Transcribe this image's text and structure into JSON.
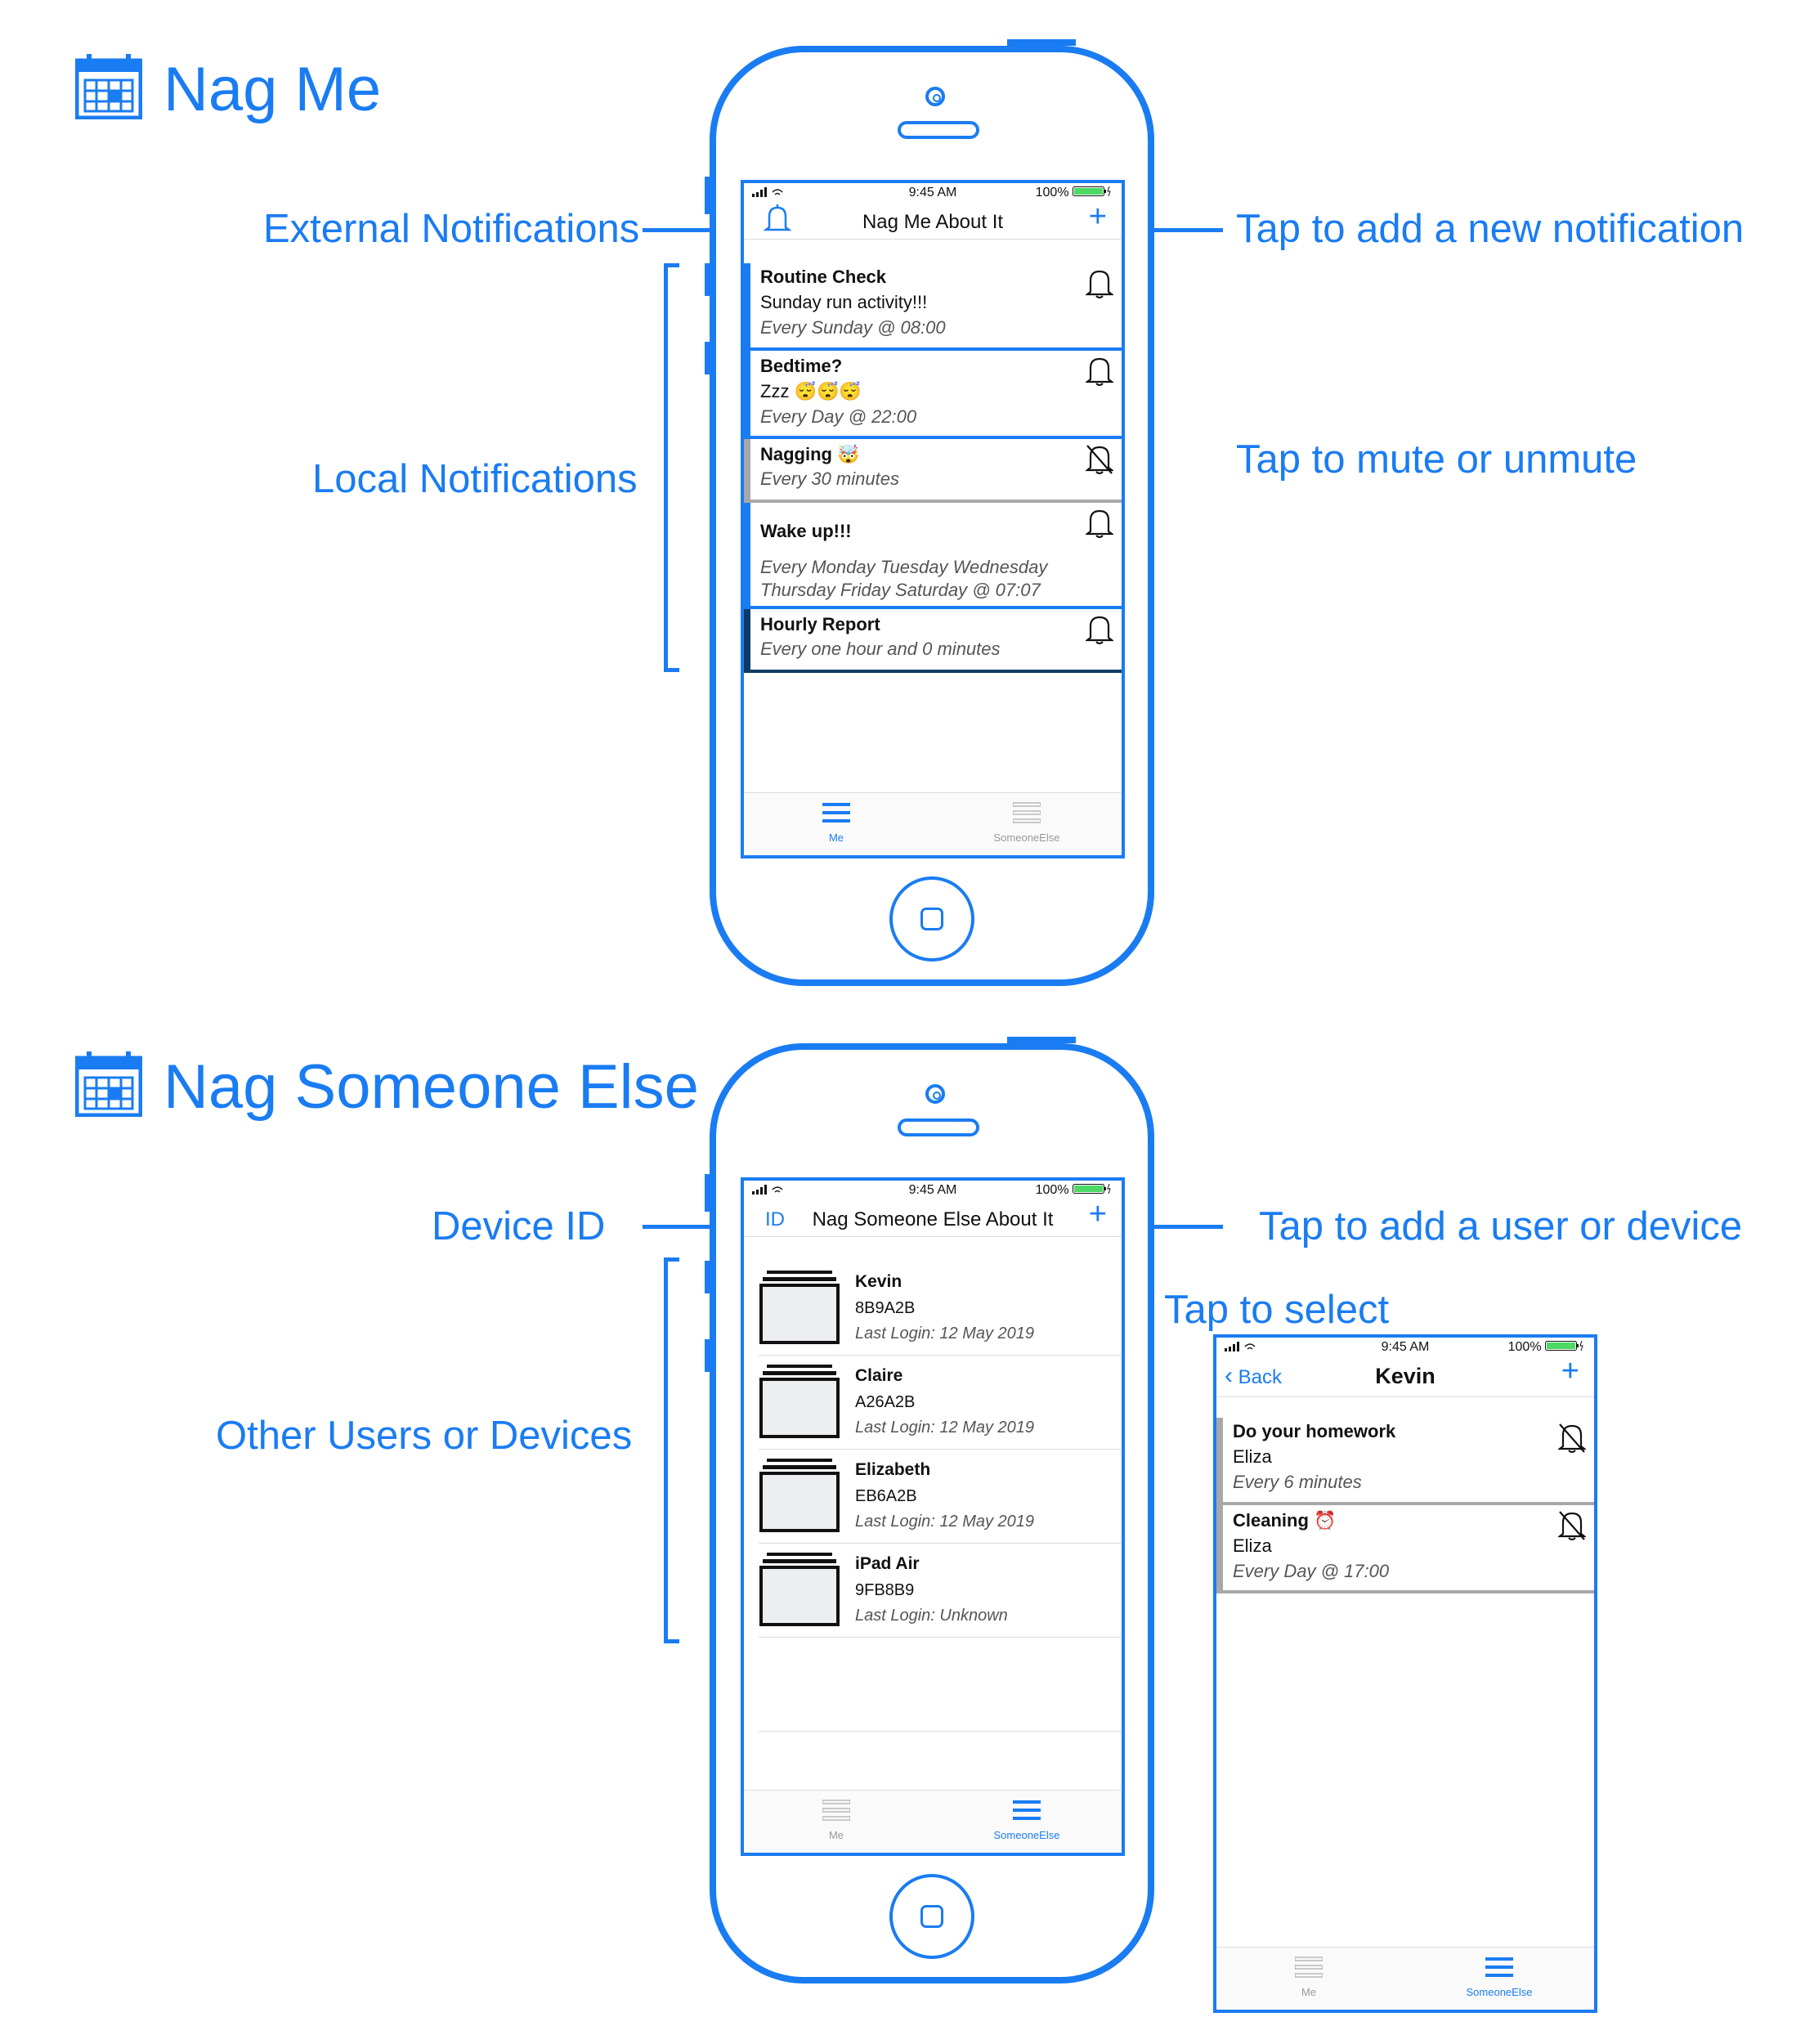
{
  "colors": {
    "accent": "#1a7cf2",
    "muted": "#a8a8a8",
    "dark": "#0d3a66"
  },
  "sections": {
    "nag_me": {
      "title": "Nag Me"
    },
    "nag_someone": {
      "title": "Nag Someone Else"
    }
  },
  "annotations": {
    "external_notifications": "External Notifications",
    "add_notification": "Tap to add a new notification",
    "local_notifications": "Local Notifications",
    "mute_unmute": "Tap to mute or unmute",
    "device_id": "Device ID",
    "add_user_device": "Tap to add a user or device",
    "other_users": "Other Users or Devices",
    "tap_select": "Tap to select"
  },
  "status": {
    "time": "9:45 AM",
    "battery": "100%"
  },
  "screen1": {
    "title": "Nag Me About It",
    "rows": [
      {
        "title": "Routine Check",
        "subtitle": "Sunday run activity!!!",
        "info": "Every Sunday @ 08:00",
        "muted": false
      },
      {
        "title": "Bedtime?",
        "subtitle": "Zzz 😴😴😴",
        "info": "Every Day @ 22:00",
        "muted": false
      },
      {
        "title": "Nagging 🤯",
        "subtitle": "",
        "info": "Every 30 minutes",
        "muted": true
      },
      {
        "title": "Wake up!!!",
        "subtitle": "",
        "info": "Every Monday Tuesday Wednesday",
        "info2": "Thursday Friday Saturday @ 07:07",
        "muted": false
      },
      {
        "title": "Hourly Report",
        "subtitle": "",
        "info": "Every one hour and 0 minutes",
        "muted": false
      }
    ],
    "tabs": [
      {
        "label": "Me",
        "active": true
      },
      {
        "label": "SomeoneElse",
        "active": false
      }
    ]
  },
  "screen2": {
    "id_button": "ID",
    "title": "Nag Someone Else About It",
    "devices": [
      {
        "name": "Kevin",
        "id": "8B9A2B",
        "login": "Last Login: 12 May 2019"
      },
      {
        "name": "Claire",
        "id": "A26A2B",
        "login": "Last Login: 12 May 2019"
      },
      {
        "name": "Elizabeth",
        "id": "EB6A2B",
        "login": "Last Login: 12 May 2019"
      },
      {
        "name": "iPad Air",
        "id": "9FB8B9",
        "login": "Last Login: Unknown"
      }
    ],
    "tabs": [
      {
        "label": "Me",
        "active": false
      },
      {
        "label": "SomeoneElse",
        "active": true
      }
    ]
  },
  "screen3": {
    "back": "Back",
    "title": "Kevin",
    "rows": [
      {
        "title": "Do your homework",
        "subtitle": "Eliza",
        "info": "Every 6 minutes",
        "muted": true
      },
      {
        "title": "Cleaning ⏰",
        "subtitle": "Eliza",
        "info": "Every Day @ 17:00",
        "muted": true
      }
    ],
    "tabs": [
      {
        "label": "Me",
        "active": false
      },
      {
        "label": "SomeoneElse",
        "active": true
      }
    ]
  }
}
